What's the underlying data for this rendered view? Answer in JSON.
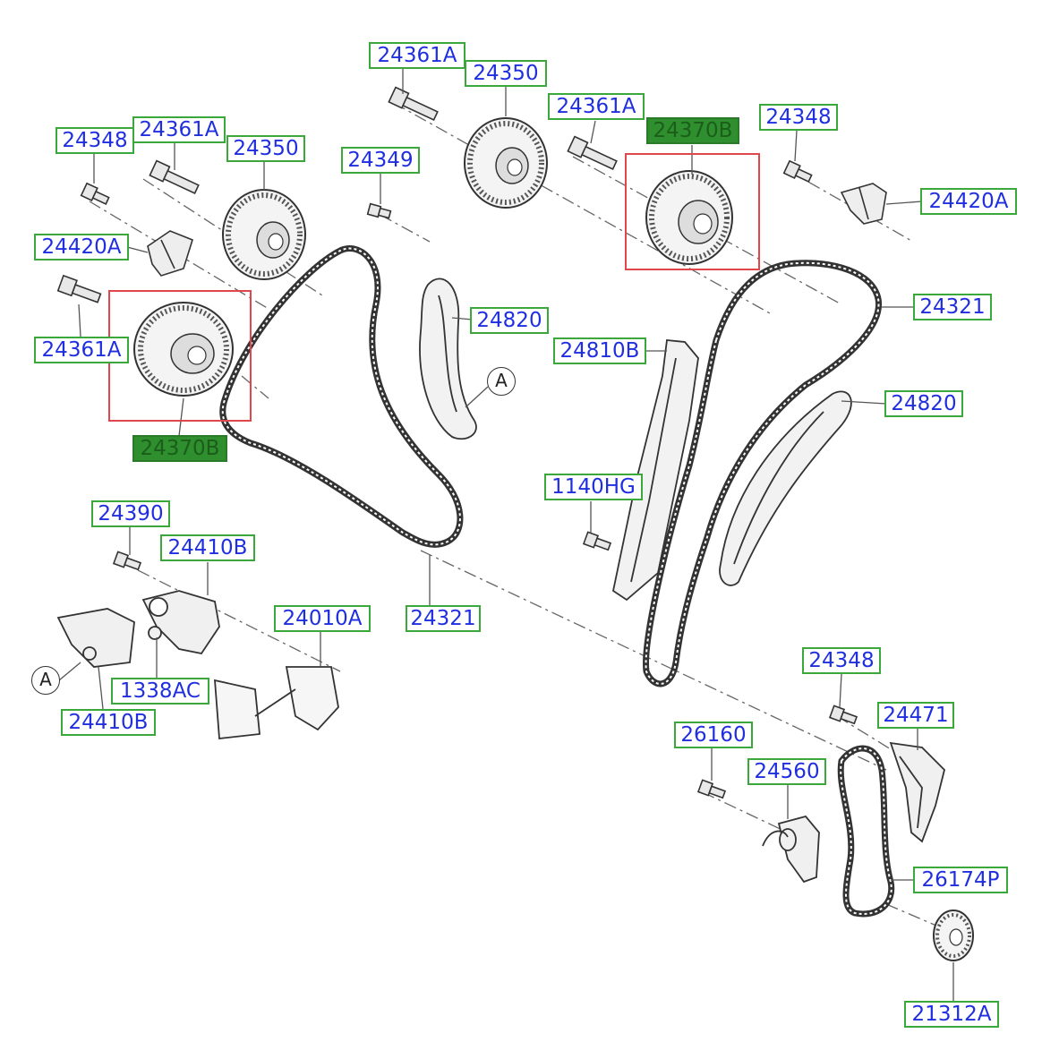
{
  "diagram": {
    "labels": {
      "l_24361A_top": "24361A",
      "l_24350_top": "24350",
      "l_24361A_r": "24361A",
      "l_24370B_r": "24370B",
      "l_24348_r": "24348",
      "l_24348_l": "24348",
      "l_24361A_l": "24361A",
      "l_24350_l": "24350",
      "l_24349": "24349",
      "l_24420A_r": "24420A",
      "l_24420A_l": "24420A",
      "l_24321_r": "24321",
      "l_24820_c": "24820",
      "l_24361A_ll": "24361A",
      "l_24810B": "24810B",
      "l_24820_r": "24820",
      "l_24370B_l": "24370B",
      "l_1140HG": "1140HG",
      "l_24390": "24390",
      "l_24410B_top": "24410B",
      "l_24010A": "24010A",
      "l_24321_c": "24321",
      "l_1338AC": "1338AC",
      "l_24410B_bot": "24410B",
      "l_24348_b": "24348",
      "l_24471": "24471",
      "l_26160": "26160",
      "l_24560": "24560",
      "l_26174P": "26174P",
      "l_21312A": "21312A"
    },
    "refs": {
      "ref_a1": "A",
      "ref_a2": "A"
    },
    "highlight_color": "#e0474c",
    "label_border_color": "#3aa83a",
    "label_text_color": "#1f2fe0",
    "highlight_label_fill": "#2f8f2f"
  }
}
